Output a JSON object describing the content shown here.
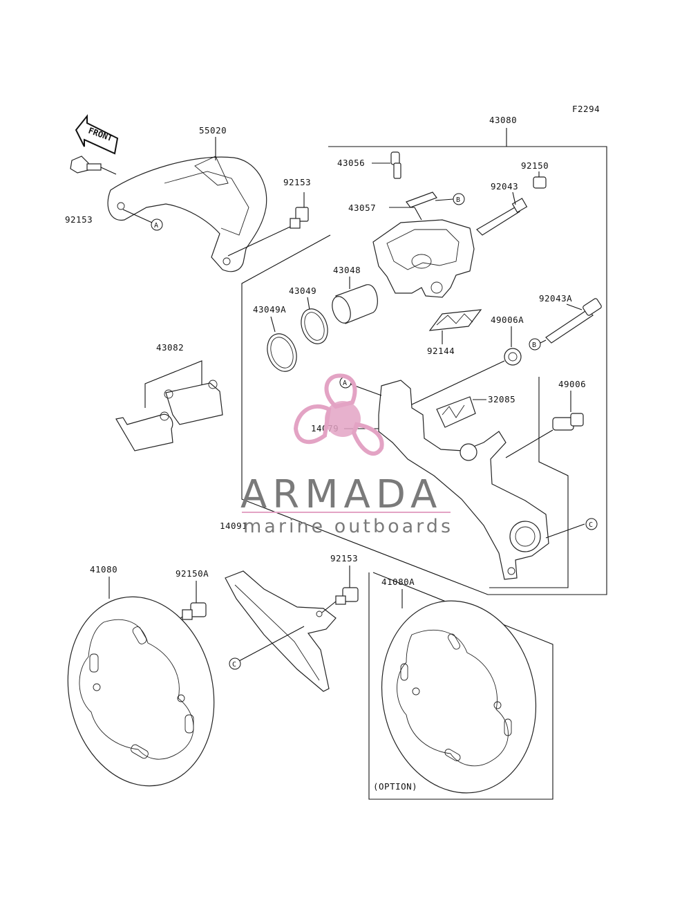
{
  "figure_code": "F2294",
  "front_arrow_text": "FRONT",
  "option_text": "(OPTION)",
  "part_labels": {
    "p43080": "43080",
    "p55020": "55020",
    "p92153_a": "92153",
    "p92153_b": "92153",
    "p92153_c": "92153",
    "p43056": "43056",
    "p43057": "43057",
    "p92150": "92150",
    "p92043": "92043",
    "p43048": "43048",
    "p43049": "43049",
    "p43049a": "43049A",
    "p92043a": "92043A",
    "p49006a": "49006A",
    "p92144": "92144",
    "p43082": "43082",
    "p32085": "32085",
    "p49006": "49006",
    "p14079": "14079",
    "p14091": "14091",
    "p41080": "41080",
    "p92150a": "92150A",
    "p41080a": "41080A"
  },
  "callouts": {
    "a": "A",
    "b": "B",
    "c": "C"
  },
  "watermark": {
    "brand": "ARMADA",
    "tagline": "marine outboards",
    "logo_color": "#e3a3c4",
    "text_color": "#7a7a7a",
    "rule_color": "#e3a3c4"
  }
}
